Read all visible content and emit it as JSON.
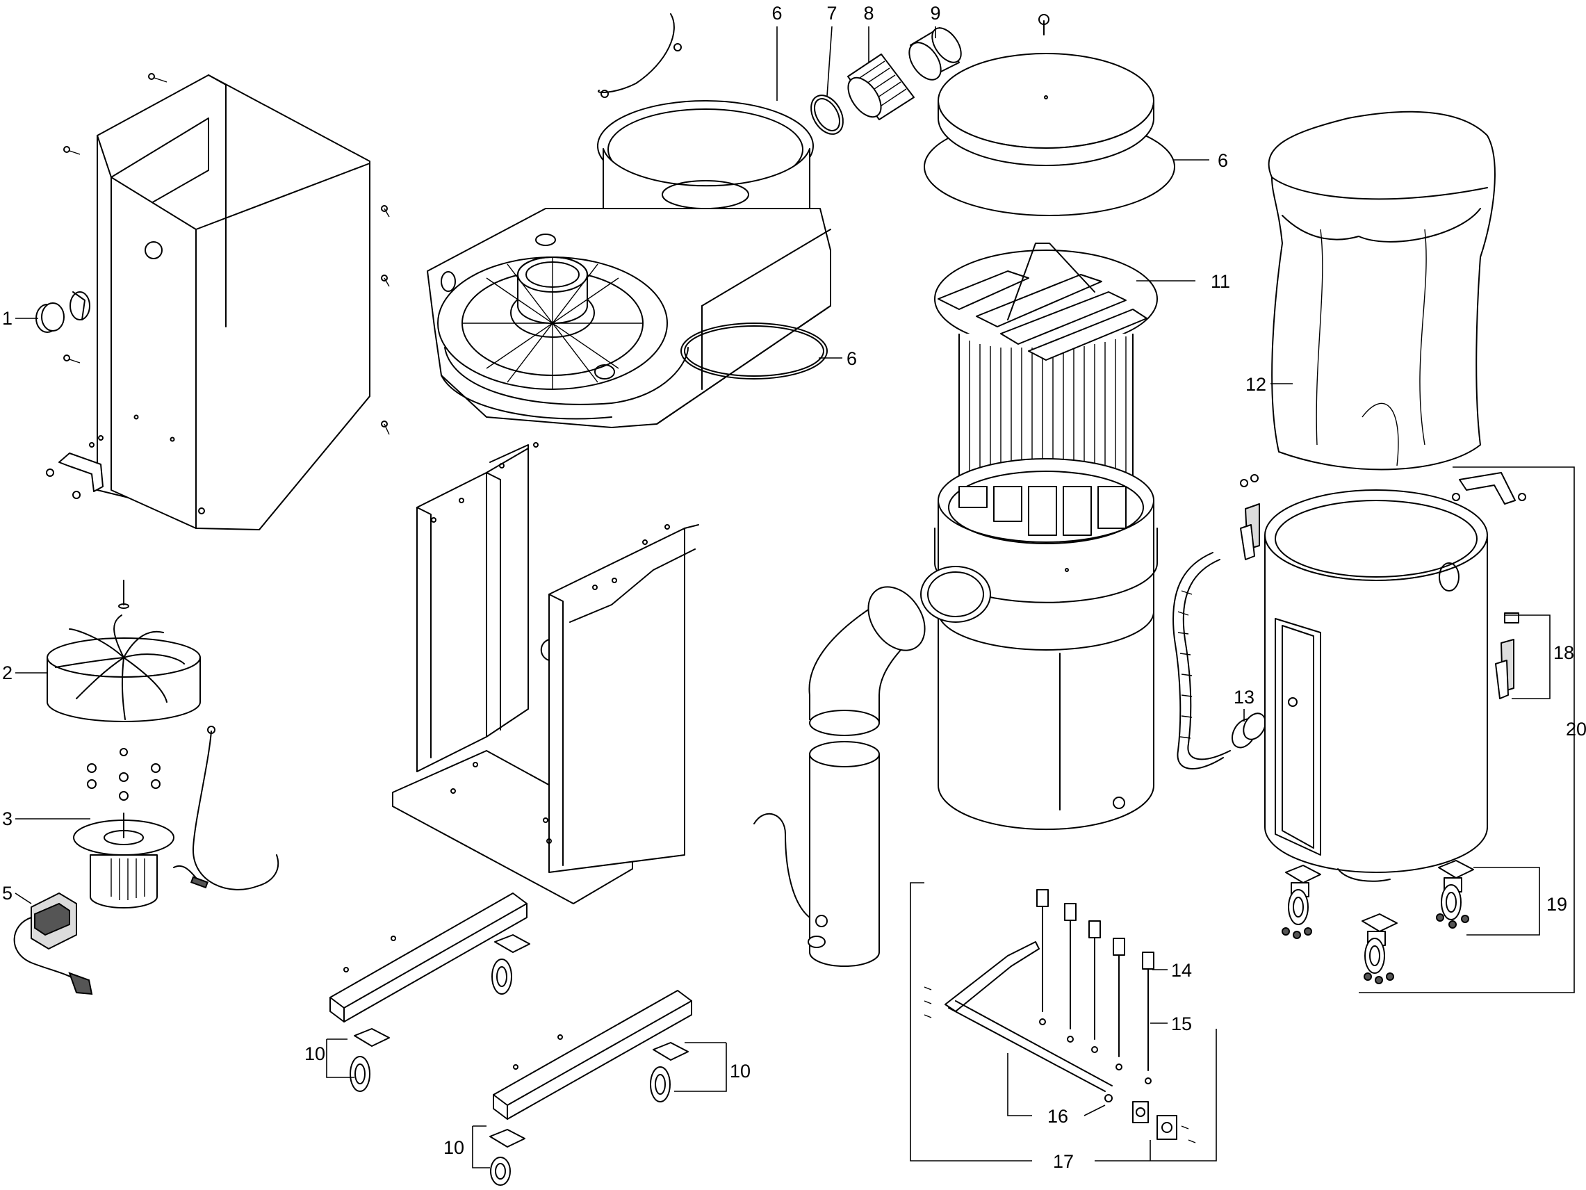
{
  "diagram": {
    "callouts": [
      {
        "id": "c1",
        "text": "1"
      },
      {
        "id": "c2",
        "text": "2"
      },
      {
        "id": "c3",
        "text": "3"
      },
      {
        "id": "c5",
        "text": "5"
      },
      {
        "id": "c6a",
        "text": "6"
      },
      {
        "id": "c6b",
        "text": "6"
      },
      {
        "id": "c6c",
        "text": "6"
      },
      {
        "id": "c7",
        "text": "7"
      },
      {
        "id": "c8",
        "text": "8"
      },
      {
        "id": "c9",
        "text": "9"
      },
      {
        "id": "c10a",
        "text": "10"
      },
      {
        "id": "c10b",
        "text": "10"
      },
      {
        "id": "c10c",
        "text": "10"
      },
      {
        "id": "c11",
        "text": "11"
      },
      {
        "id": "c12",
        "text": "12"
      },
      {
        "id": "c13",
        "text": "13"
      },
      {
        "id": "c14",
        "text": "14"
      },
      {
        "id": "c15",
        "text": "15"
      },
      {
        "id": "c16",
        "text": "16"
      },
      {
        "id": "c17",
        "text": "17"
      },
      {
        "id": "c18",
        "text": "18"
      },
      {
        "id": "c19",
        "text": "19"
      },
      {
        "id": "c20",
        "text": "20"
      }
    ]
  },
  "colors": {
    "line": "#000000",
    "background": "#ffffff",
    "shade": "#dcdcdc"
  }
}
